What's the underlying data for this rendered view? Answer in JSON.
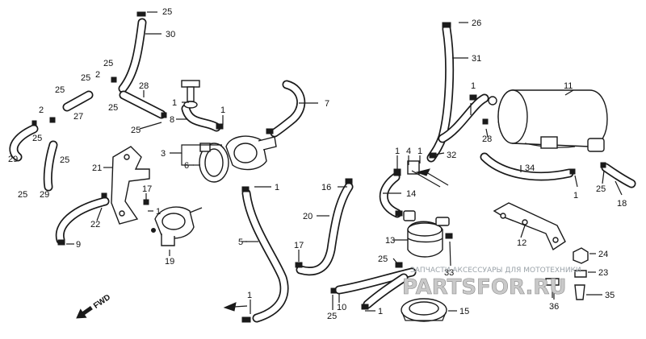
{
  "diagram": {
    "callouts": [
      "1",
      "2",
      "3",
      "4",
      "5",
      "6",
      "7",
      "8",
      "9",
      "10",
      "11",
      "12",
      "13",
      "14",
      "15",
      "16",
      "17",
      "18",
      "19",
      "20",
      "21",
      "22",
      "23",
      "24",
      "25",
      "26",
      "27",
      "28",
      "29",
      "30",
      "31",
      "32",
      "33",
      "34",
      "35",
      "36"
    ],
    "direction_label": "FWD"
  },
  "watermark": {
    "caption": "ЗАПЧАСТИ АКСЕССУАРЫ ДЛЯ МОТОТЕХНИКИ",
    "logo_text": "PARTSFOR.RU"
  }
}
